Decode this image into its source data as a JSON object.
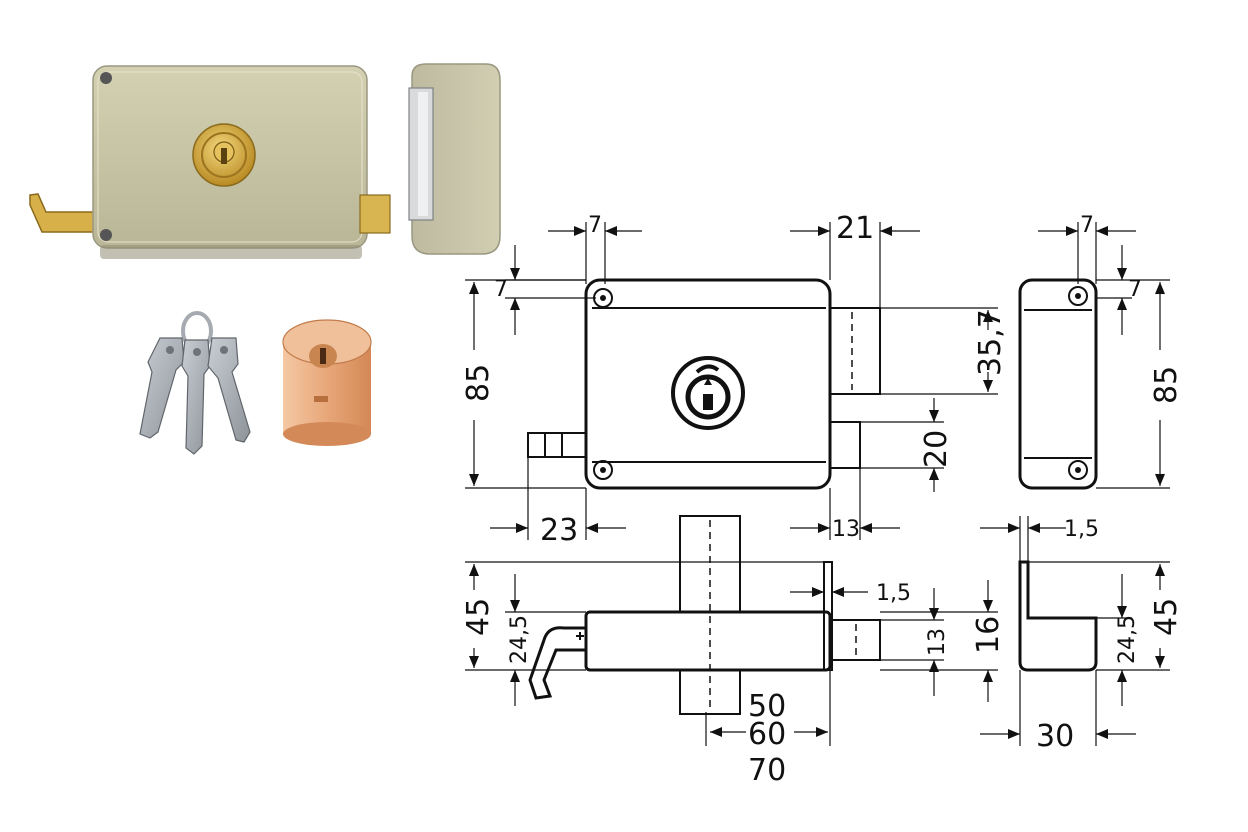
{
  "colors": {
    "lock_body": "#c9c6a7",
    "lock_body_dark": "#aaa78a",
    "brass": "#d4a93a",
    "copper": "#e0a270",
    "steel": "#9ea4aa",
    "line": "#111111"
  },
  "icons": {
    "keys": "key-bunch-icon",
    "cylinder": "copper-cylinder-icon"
  },
  "dimensions": {
    "front_top_left_hole": "7",
    "front_top_bolt_width": "21",
    "side_top_hole": "7",
    "front_left_vertical_hole": "7",
    "front_height": "85",
    "latch_height": "35,7",
    "bolt_height": "20",
    "side_height": "85",
    "side_right_hole": "7",
    "handle_offset": "23",
    "bolt_projection": "13",
    "plate_thickness_top": "1,5",
    "depth_total_left": "45",
    "depth_inner_left": "24,5",
    "plate_thickness_mid": "1,5",
    "bolt_thickness": "13",
    "bolt_offset": "16",
    "depth_inner_right": "24,5",
    "depth_total_right": "45",
    "backset_50": "50",
    "backset_60": "60",
    "backset_70": "70",
    "keeper_depth": "30"
  }
}
